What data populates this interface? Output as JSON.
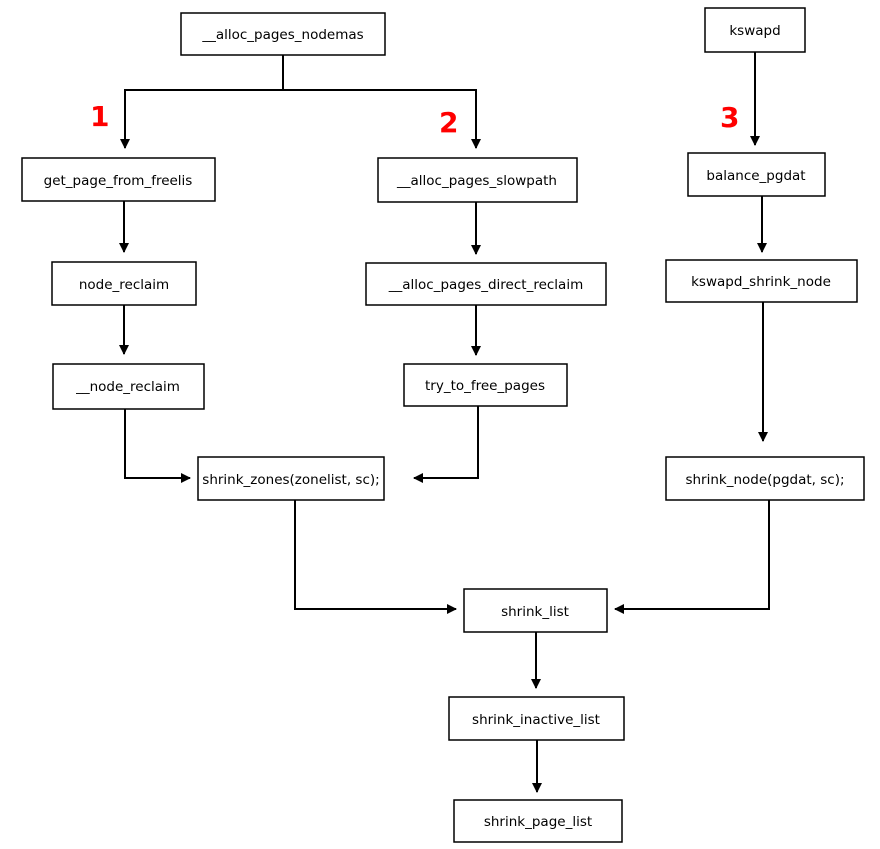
{
  "colors": {
    "step_label": "#ff0000",
    "box_stroke": "#000000",
    "edge": "#000000",
    "background": "#ffffff"
  },
  "nodes": {
    "alloc_pages_nodemask": "__alloc_pages_nodemas",
    "kswapd": "kswapd",
    "get_page_from_freelist": "get_page_from_freelis",
    "alloc_pages_slowpath": "__alloc_pages_slowpath",
    "balance_pgdat": "balance_pgdat",
    "node_reclaim": "node_reclaim",
    "alloc_pages_direct_reclaim": "__alloc_pages_direct_reclaim",
    "kswapd_shrink_node": "kswapd_shrink_node",
    "node_reclaim_internal": "__node_reclaim",
    "try_to_free_pages": "try_to_free_pages",
    "shrink_zones": "shrink_zones(zonelist,  sc);",
    "shrink_node": "shrink_node(pgdat,  sc);",
    "shrink_list": "shrink_list",
    "shrink_inactive_list": "shrink_inactive_list",
    "shrink_page_list": "shrink_page_list"
  },
  "step_labels": {
    "one": "1",
    "two": "2",
    "three": "3"
  }
}
